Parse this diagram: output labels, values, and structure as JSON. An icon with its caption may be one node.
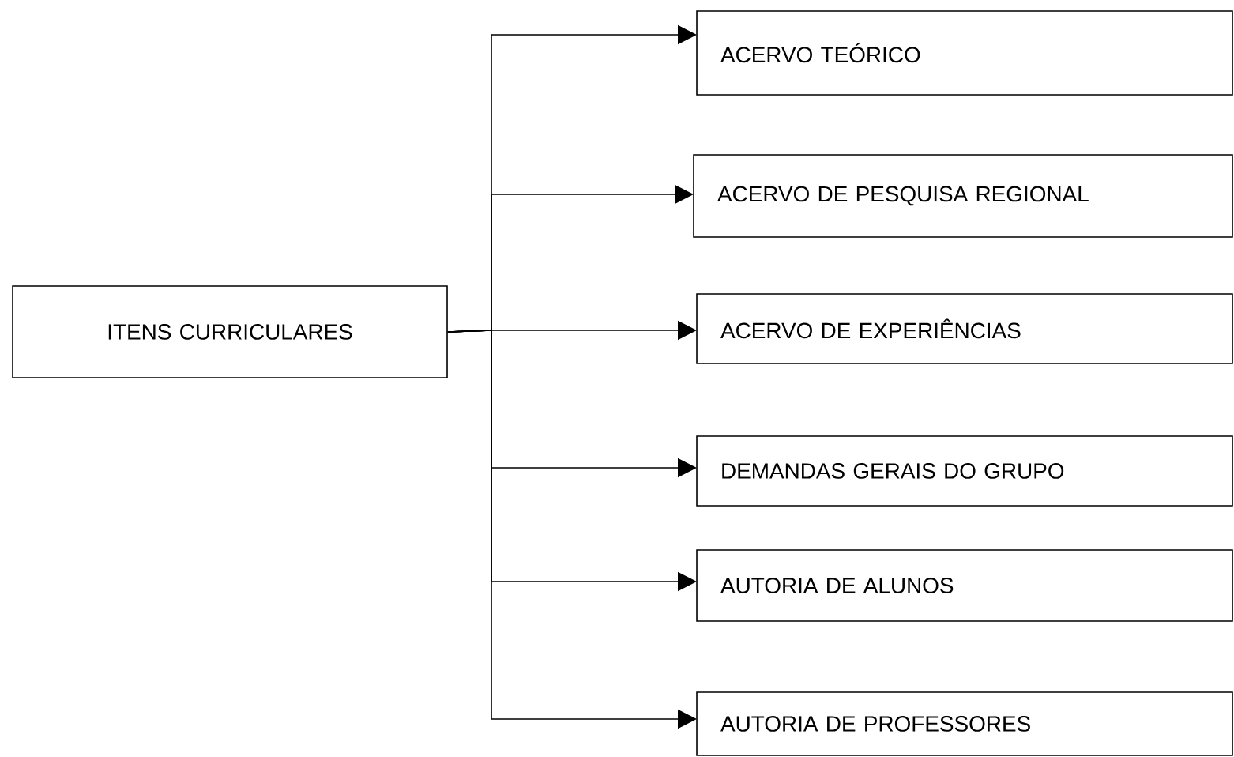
{
  "diagram": {
    "nodes": [
      {
        "text": [
          "ITENS CURRICULARES"
        ]
      },
      {
        "text": [
          "ACERVO TEÓRICO"
        ]
      },
      {
        "text": [
          "ACERVO DE PESQUISA REGIONAL"
        ]
      },
      {
        "text": [
          "ACERVO DE EXPERIÊNCIAS"
        ]
      },
      {
        "text": [
          "DEMANDAS GERAIS DO GRUPO"
        ]
      },
      {
        "text": [
          "AUTORIA  DE ALUNOS"
        ]
      },
      {
        "text": [
          "AUTORIA DE PROFESSORES"
        ]
      }
    ],
    "edges": [
      {
        "from": 0,
        "to": 1,
        "arrow": "to"
      },
      {
        "from": 0,
        "to": 2,
        "arrow": "to"
      },
      {
        "from": 0,
        "to": 3,
        "arrow": "to"
      },
      {
        "from": 0,
        "to": 4,
        "arrow": "to"
      },
      {
        "from": 0,
        "to": 5,
        "arrow": "to"
      },
      {
        "from": 0,
        "to": 6,
        "arrow": "to"
      }
    ]
  }
}
